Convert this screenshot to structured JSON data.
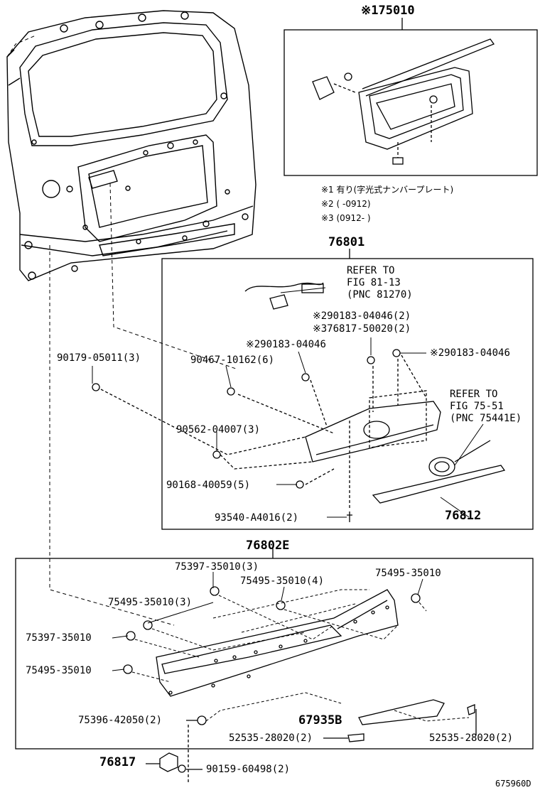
{
  "header": {
    "code": "※175010"
  },
  "notes": [
    "※1 有り(字光式ナンバープレート)",
    "※2 (      -0912)",
    "※3 (0912-      )"
  ],
  "section_76801": {
    "title": "76801",
    "refer1": [
      "REFER TO",
      "FIG 81-13",
      "(PNC 81270)"
    ],
    "refer2": [
      "REFER TO",
      "FIG 75-51",
      "(PNC 75441E)"
    ],
    "parts": {
      "p1": "※290183-04046(2)",
      "p2": "※376817-50020(2)",
      "p3": "※290183-04046",
      "p4": "※290183-04046",
      "p5": "90179-05011(3)",
      "p6": "90467-10162(6)",
      "p7": "90562-04007(3)",
      "p8": "90168-40059(5)",
      "p9": "93540-A4016(2)",
      "p10": "76812"
    }
  },
  "section_76802E": {
    "title": "76802E",
    "parts": {
      "q1": "75397-35010(3)",
      "q2": "75495-35010(4)",
      "q3": "75495-35010",
      "q4": "75495-35010(3)",
      "q5": "75397-35010",
      "q6": "75495-35010",
      "q7": "75396-42050(2)",
      "q8": "67935B",
      "q9": "52535-28020(2)",
      "q10": "52535-28020(2)"
    }
  },
  "bottom": {
    "b1": "76817",
    "b2": "90159-60498(2)",
    "id": "675960D"
  }
}
